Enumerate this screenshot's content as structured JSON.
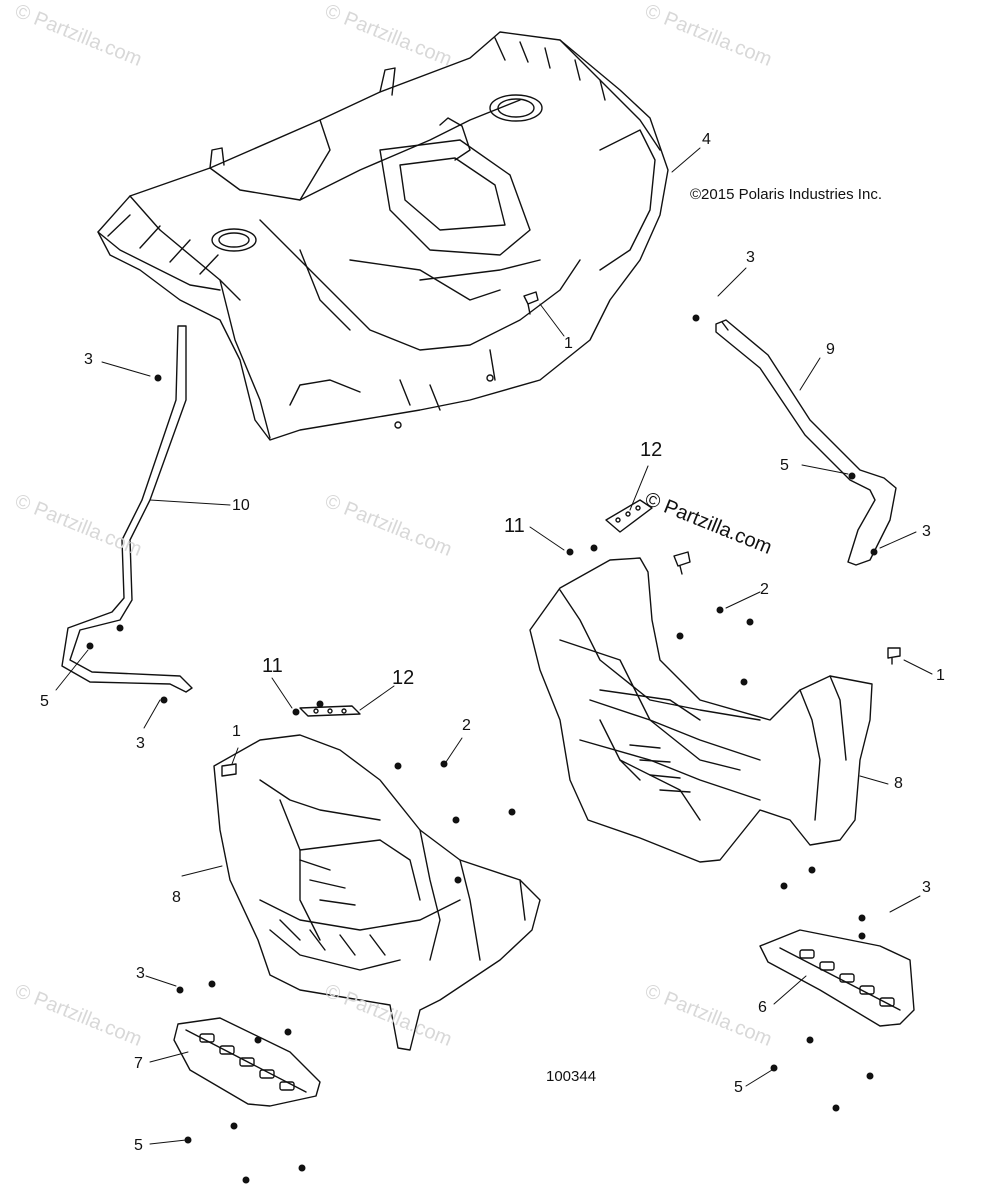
{
  "copyright": "©2015 Polaris Industries Inc.",
  "figure_number": "100344",
  "watermark_text": "© Partzilla.com",
  "watermark_main": "© Partzilla.com",
  "callouts": [
    {
      "id": "c4",
      "text": "4"
    },
    {
      "id": "c3a",
      "text": "3"
    },
    {
      "id": "c1a",
      "text": "1"
    },
    {
      "id": "c9",
      "text": "9"
    },
    {
      "id": "c3b",
      "text": "3"
    },
    {
      "id": "c5a",
      "text": "5"
    },
    {
      "id": "c3c",
      "text": "3"
    },
    {
      "id": "c12a",
      "text": "12"
    },
    {
      "id": "c11a",
      "text": "11"
    },
    {
      "id": "c2a",
      "text": "2"
    },
    {
      "id": "c1b",
      "text": "1"
    },
    {
      "id": "c8a",
      "text": "8"
    },
    {
      "id": "c10",
      "text": "10"
    },
    {
      "id": "c5b",
      "text": "5"
    },
    {
      "id": "c3d",
      "text": "3"
    },
    {
      "id": "c11b",
      "text": "11"
    },
    {
      "id": "c12b",
      "text": "12"
    },
    {
      "id": "c1c",
      "text": "1"
    },
    {
      "id": "c2b",
      "text": "2"
    },
    {
      "id": "c8b",
      "text": "8"
    },
    {
      "id": "c3e",
      "text": "3"
    },
    {
      "id": "c3f",
      "text": "3"
    },
    {
      "id": "c6",
      "text": "6"
    },
    {
      "id": "c7",
      "text": "7"
    },
    {
      "id": "c5c",
      "text": "5"
    },
    {
      "id": "c5d",
      "text": "5"
    }
  ]
}
